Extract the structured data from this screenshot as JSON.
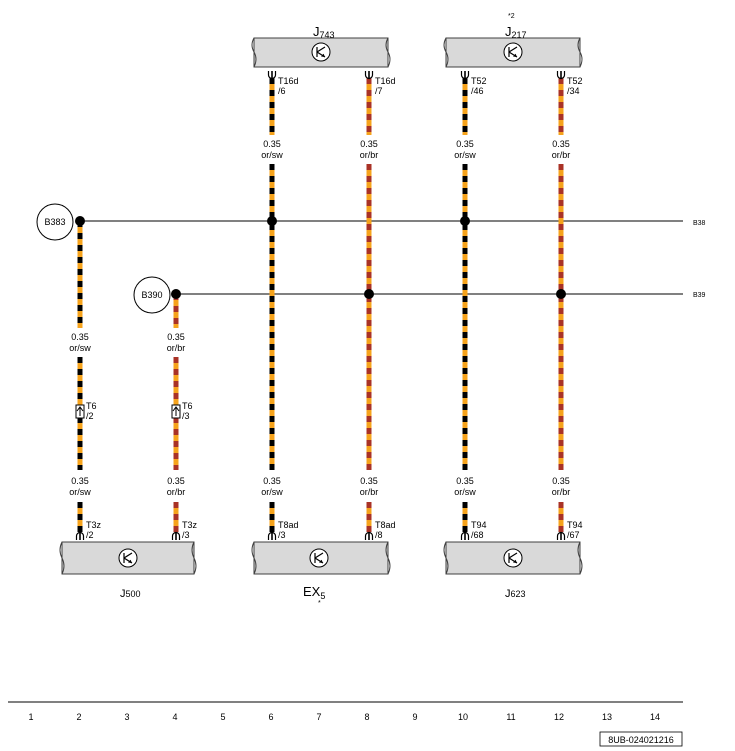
{
  "colors": {
    "orange": "#f6a31c",
    "black": "#000000",
    "brown": "#a93226",
    "component_fill": "#d9d9d9",
    "component_stroke": "#404040"
  },
  "components": {
    "J743": {
      "main": "J",
      "sub": "743",
      "icon": "ecu-icon"
    },
    "J217": {
      "main": "J",
      "sub": "217",
      "note": "*2",
      "icon": "ecu-icon"
    },
    "J500": {
      "main": "J",
      "sub": "500",
      "icon": "ecu-icon"
    },
    "EX5": {
      "main": "EX",
      "sub": "5",
      "note": "*",
      "icon": "ecu-icon"
    },
    "J623": {
      "main": "J",
      "sub": "623",
      "icon": "ecu-icon"
    }
  },
  "connectors_top": [
    {
      "name": "T16d",
      "pin": "/6"
    },
    {
      "name": "T16d",
      "pin": "/7"
    },
    {
      "name": "T52",
      "pin": "/46"
    },
    {
      "name": "T52",
      "pin": "/34"
    }
  ],
  "connectors_bottom": [
    {
      "name": "T3z",
      "pin": "/2"
    },
    {
      "name": "T3z",
      "pin": "/3"
    },
    {
      "name": "T8ad",
      "pin": "/3"
    },
    {
      "name": "T8ad",
      "pin": "/8"
    },
    {
      "name": "T94",
      "pin": "/68"
    },
    {
      "name": "T94",
      "pin": "/67"
    }
  ],
  "inline_connectors": [
    {
      "name": "T6",
      "pin": "/2"
    },
    {
      "name": "T6",
      "pin": "/3"
    }
  ],
  "wire_labels": [
    {
      "size": "0.35",
      "color": "or/sw"
    },
    {
      "size": "0.35",
      "color": "or/br"
    }
  ],
  "splices": [
    {
      "id": "B383",
      "bus": "B38"
    },
    {
      "id": "B390",
      "bus": "B39"
    }
  ],
  "column_numbers": [
    "1",
    "2",
    "3",
    "4",
    "5",
    "6",
    "7",
    "8",
    "9",
    "10",
    "11",
    "12",
    "13",
    "14"
  ],
  "footer_code": "8UB-024021216"
}
